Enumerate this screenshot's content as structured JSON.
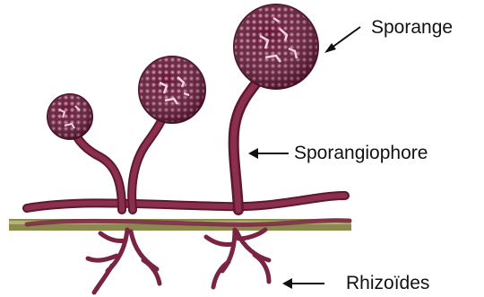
{
  "labels": {
    "sporange": "Sporange",
    "sporangiophore": "Sporangiophore",
    "rhizoides": "Rhizoïdes"
  },
  "colors": {
    "hypha": "#8b2f4e",
    "hypha_dark": "#5e1631",
    "sporangium": "#6b1f3d",
    "spore_dot": "#b04f73",
    "substrate": "#8a8a4e",
    "substrate_light": "#b3b37a",
    "arrow": "#111111"
  }
}
